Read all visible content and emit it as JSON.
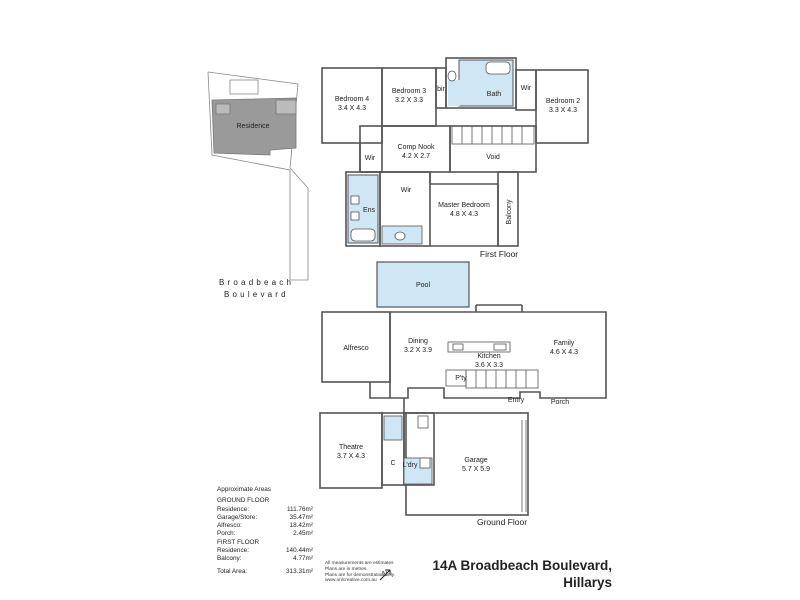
{
  "street": {
    "line1": "Broadbeach",
    "line2": "Boulevard"
  },
  "site": {
    "residence_label": "Residence"
  },
  "first_floor": {
    "label": "First Floor",
    "rooms": [
      {
        "name": "Bedroom 4",
        "size": "3.4 X 4.3"
      },
      {
        "name": "Bedroom 3",
        "size": "3.2 X 3.3"
      },
      {
        "name": "bir",
        "size": ""
      },
      {
        "name": "Bath",
        "size": ""
      },
      {
        "name": "Wir",
        "size": ""
      },
      {
        "name": "Bedroom 2",
        "size": "3.3 X 4.3"
      },
      {
        "name": "Comp Nook",
        "size": "4.2 X 2.7"
      },
      {
        "name": "Wir",
        "size": ""
      },
      {
        "name": "Void",
        "size": ""
      },
      {
        "name": "Wir",
        "size": ""
      },
      {
        "name": "Ens",
        "size": ""
      },
      {
        "name": "Master Bedroom",
        "size": "4.8 X 4.3"
      },
      {
        "name": "Balcony",
        "size": ""
      }
    ]
  },
  "pool": {
    "label": "Pool"
  },
  "ground_floor": {
    "label": "Ground Floor",
    "rooms": [
      {
        "name": "Alfresco",
        "size": ""
      },
      {
        "name": "Dining",
        "size": "3.2 X 3.9"
      },
      {
        "name": "Kitchen",
        "size": "3.6 X 3.3"
      },
      {
        "name": "Family",
        "size": "4.6 X 4.3"
      },
      {
        "name": "P'ty",
        "size": ""
      },
      {
        "name": "Entry",
        "size": ""
      },
      {
        "name": "Porch",
        "size": ""
      },
      {
        "name": "Theatre",
        "size": "3.7 X 4.3"
      },
      {
        "name": "L'dry",
        "size": ""
      },
      {
        "name": "C",
        "size": ""
      },
      {
        "name": "Garage",
        "size": "5.7 X 5.9"
      }
    ]
  },
  "areas": {
    "title": "Approximate Areas",
    "ground_heading": "GROUND FLOOR",
    "ground": [
      {
        "label": "Residence:",
        "value": "111.76m²"
      },
      {
        "label": "Garage/Store:",
        "value": "35.47m²"
      },
      {
        "label": "Alfresco:",
        "value": "18.42m²"
      },
      {
        "label": "Porch:",
        "value": "2.45m²"
      }
    ],
    "first_heading": "FIRST FLOOR",
    "first": [
      {
        "label": "Residence:",
        "value": "140.44m²"
      },
      {
        "label": "Balcony:",
        "value": "4.77m²"
      }
    ],
    "total": {
      "label": "Total Area:",
      "value": "313.31m²"
    }
  },
  "disclaimer": {
    "line1": "All measurements are estimates",
    "line2": "Plans are in metres.",
    "line3": "Plans are for demonstration only.",
    "line4": "www.onlcreative.com.au"
  },
  "address": {
    "line1": "14A Broadbeach Boulevard,",
    "line2": "Hillarys"
  },
  "north_label": "N",
  "colors": {
    "wall": "#555555",
    "wet_area": "#cfe6f4",
    "site_building": "#9a9a9a",
    "pool": "#cfe6f4"
  }
}
